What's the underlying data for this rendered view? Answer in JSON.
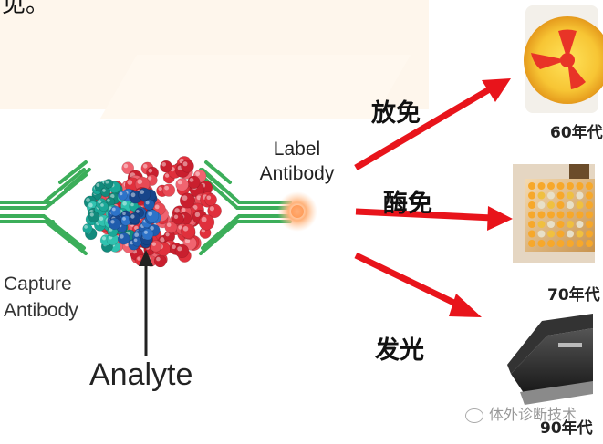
{
  "top_fragment": "见。",
  "diagram": {
    "label_antibody": "Label\nAntibody",
    "capture_antibody": "Capture\nAntibody",
    "analyte": "Analyte"
  },
  "methods": [
    {
      "name": "放免",
      "era": "60年代"
    },
    {
      "name": "酶免",
      "era": "70年代"
    },
    {
      "name": "发光",
      "era": "90年代"
    }
  ],
  "watermark": "体外诊断技术",
  "colors": {
    "arrow": "#e8141b",
    "antibody": "#3cae5a",
    "analyte_red": "#e0303c",
    "analyte_blue": "#1f5cad",
    "analyte_teal": "#1aa898"
  },
  "icons": [
    "radiation-icon",
    "microplate-icon",
    "analyzer-icon",
    "wechat-icon"
  ]
}
